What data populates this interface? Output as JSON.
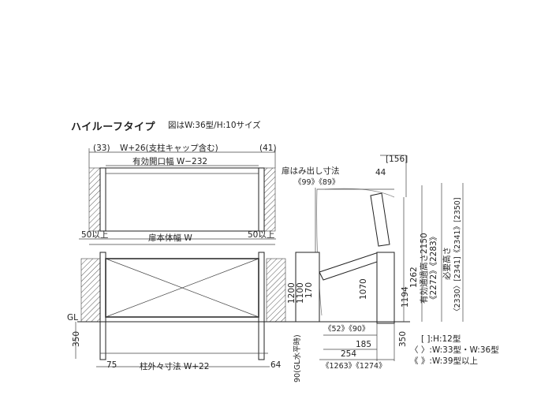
{
  "title": "ハイルーフタイプ",
  "subtitle": "図はW:36型/H:10サイズ",
  "plan": {
    "left_cap": "(33)",
    "right_cap": "(41)",
    "overall_top": "W+26(支柱キャップ含む)",
    "opening_width": "有効開口幅 W−232",
    "min_left": "50以上",
    "min_right": "50以上",
    "door_width": "扉本体幅 W"
  },
  "elevation": {
    "gl": "GL",
    "depth_350": "350",
    "left_75": "75",
    "post_spacing": "柱外々寸法 W+22",
    "right_64": "64"
  },
  "side": {
    "swing_title": "扉はみ出し寸法",
    "swing_values": "《99》《89》",
    "top_156": "[156]",
    "top_44": "44",
    "v_1200": "1200",
    "v_1100": "1100",
    "v_170": "170",
    "v_1070": "1070",
    "v_1194": "1194",
    "v_1262": "1262",
    "clearance_label": "有効通過高さ2150",
    "clearance_alt": "《2272》《2283》",
    "required_label": "必要高さ",
    "required_alt": "〈2330〉[2341]《2341》[2350]",
    "h_52_90": "《52》《90》",
    "v_350": "350",
    "h_185": "185",
    "h_254": "254",
    "h_1263_1274": "《1263》《1274》",
    "gl_level": "90(GL水平時)"
  },
  "legend": [
    "[ ]:H:12型",
    "〈 〉:W:33型・W:36型",
    "《 》:W:39型以上"
  ]
}
